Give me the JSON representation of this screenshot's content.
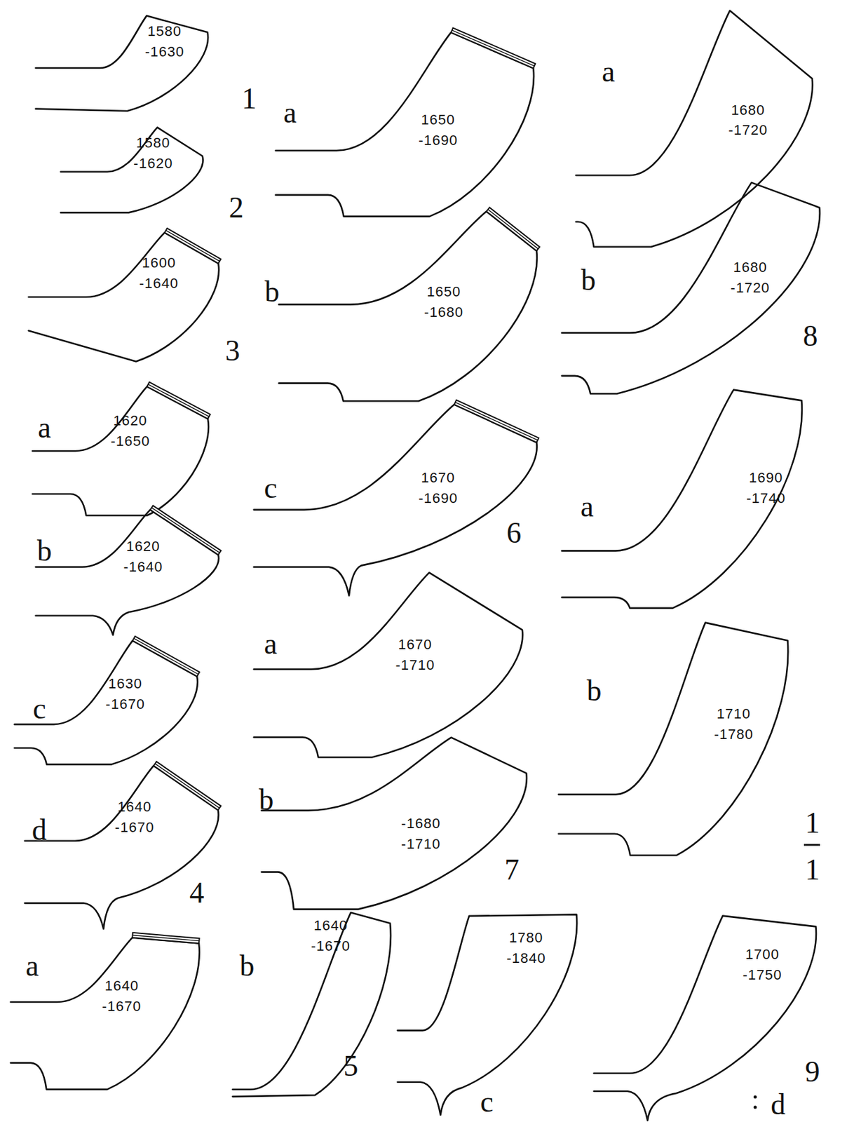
{
  "diagram": {
    "nodes": [
      {
        "text": [
          "1580 -1630"
        ]
      },
      {
        "text": [
          "1580 -1620"
        ]
      },
      {
        "text": [
          "1600 -1640"
        ]
      },
      {
        "text": [
          "1620 -1650"
        ]
      },
      {
        "text": [
          "1620 -1640"
        ]
      },
      {
        "text": [
          "1630 -1670"
        ]
      },
      {
        "text": [
          "1640 -1670"
        ]
      },
      {
        "text": [
          "1640 -1670"
        ]
      },
      {
        "text": [
          "1650 -1690"
        ]
      },
      {
        "text": [
          "1650 -1680"
        ]
      },
      {
        "text": [
          "1670 -1690"
        ]
      },
      {
        "text": [
          "1670 -1710"
        ]
      },
      {
        "text": [
          "-1680 -1710"
        ]
      },
      {
        "text": [
          "1640 -1670"
        ]
      },
      {
        "text": [
          "1780 -1840"
        ]
      },
      {
        "text": [
          "1680 -1720"
        ]
      },
      {
        "text": [
          "1680 -1720"
        ]
      },
      {
        "text": [
          "1690 -1740"
        ]
      },
      {
        "text": [
          "1710 -1780"
        ]
      },
      {
        "text": [
          "1700 -1750"
        ]
      }
    ],
    "labels": [
      "1",
      "2",
      "3",
      "a",
      "b",
      "c",
      "d",
      "4",
      "a",
      "b",
      "5",
      "a",
      "b",
      "c",
      "6",
      "a",
      "b",
      "7",
      "a",
      "b",
      "8",
      "a",
      "b",
      "1",
      "1",
      "c",
      "9",
      "d"
    ]
  }
}
